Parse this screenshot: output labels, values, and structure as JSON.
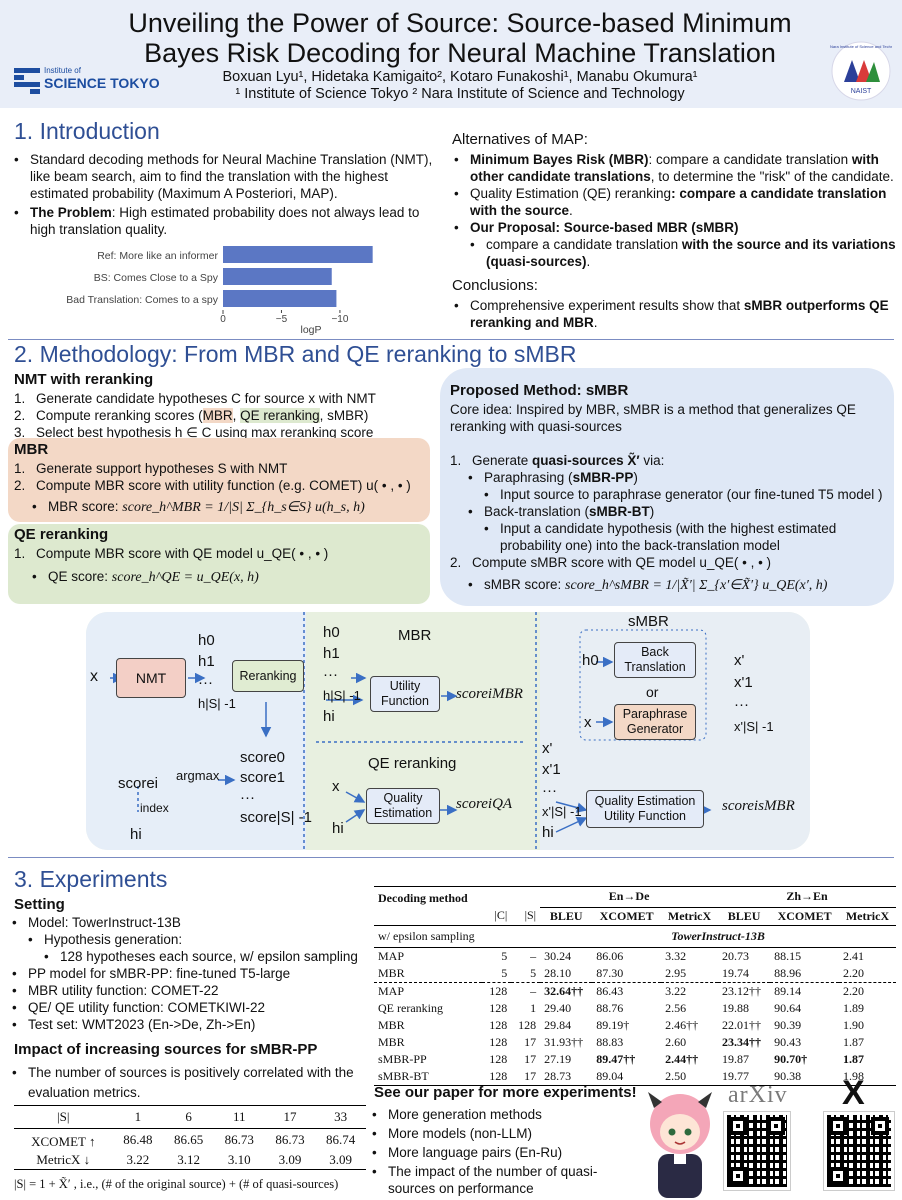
{
  "header": {
    "title_line1": "Unveiling the Power of Source: Source-based Minimum",
    "title_line2": "Bayes Risk Decoding for Neural Machine Translation",
    "authors": "Boxuan Lyu¹, Hidetaka Kamigaito², Kotaro Funakoshi¹, Manabu Okumura¹",
    "affiliations": "¹ Institute of Science Tokyo ² Nara Institute of Science and Technology",
    "logo_left_small": "Institute of",
    "logo_left_big": "SCIENCE TOKYO",
    "logo_right_ring": "Nara Institute of Science and Technology",
    "logo_right_bottom": "NAIST"
  },
  "intro": {
    "title": "1. Introduction",
    "b1": "Standard decoding methods for Neural Machine Translation (NMT), like beam search, aim to find the translation with the highest estimated probability (Maximum A Posteriori, MAP).",
    "b2_bold": "The Problem",
    "b2_rest": ": High estimated probability does not always lead to high translation quality.",
    "alt_heading": "Alternatives of MAP:",
    "a1_pre": "Minimum Bayes Risk (MBR)",
    "a1_mid": ": compare a candidate translation ",
    "a1_bold": "with other candidate translations",
    "a1_post": ", to determine the \"risk\" of the candidate.",
    "a2_pre": "Quality Estimation (QE) reranking",
    "a2_mid": ": compare a candidate translation ",
    "a2_bold": "with the source",
    "a2_post": ".",
    "a3": "Our Proposal: Source-based MBR (sMBR)",
    "a3_sub_pre": "compare a candidate translation ",
    "a3_sub_bold": "with the source and its variations (quasi-sources)",
    "a3_sub_post": ".",
    "concl_heading": "Conclusions:",
    "c1_pre": "Comprehensive experiment results show that ",
    "c1_bold": "sMBR outperforms QE reranking and MBR",
    "c1_post": "."
  },
  "chart_data": {
    "type": "bar",
    "orientation": "horizontal",
    "categories": [
      "Ref: More like an informer",
      "BS: Comes Close to a Spy",
      "Bad Translation: Comes to a spy"
    ],
    "values": [
      -12.8,
      -9.3,
      -9.7
    ],
    "xlabel": "logP",
    "xlim": [
      0,
      -13
    ],
    "xticks": [
      0,
      -5,
      -10
    ],
    "xtick_labels": [
      "0",
      "−5",
      "−10"
    ],
    "bar_color": "#5b77c4",
    "grid": false
  },
  "method": {
    "title": "2. Methodology: From MBR and QE reranking to sMBR",
    "nmt_title": "NMT with reranking",
    "nmt1": "Generate candidate hypotheses C for source x with NMT",
    "nmt2_pre": "Compute reranking scores (",
    "nmt2_mbr": "MBR",
    "nmt2_sep": ", ",
    "nmt2_qe": "QE reranking",
    "nmt2_post": ", sMBR)",
    "nmt3": "Select best hypothesis h ∈ C using max reranking score",
    "mbr_title": "MBR",
    "mbr1": "Generate support hypotheses S with NMT",
    "mbr2": "Compute MBR score with utility function (e.g. COMET) u( • , • )",
    "mbr3_label": "MBR score:",
    "mbr3_formula": "score_h^MBR = 1/|S| Σ_{h_s∈S} u(h_s, h)",
    "qe_title": "QE reranking",
    "qe1": "Compute MBR score with QE model u_QE( • , • )",
    "qe2_label": "QE score:",
    "qe2_formula": "score_h^QE = u_QE(x, h)",
    "smbr_title": "Proposed Method: sMBR",
    "smbr_core": "Core idea: Inspired by MBR, sMBR is a method that generalizes QE reranking with quasi-sources",
    "s1_pre": "Generate ",
    "s1_bold": "quasi-sources X̃′",
    "s1_post": " via:",
    "s1a_pre": "Paraphrasing (",
    "s1a_bold": "sMBR-PP",
    "s1a_post": ")",
    "s1a_sub": "Input source to paraphrase generator (our fine-tuned T5 model )",
    "s1b_pre": "Back-translation (",
    "s1b_bold": "sMBR-BT",
    "s1b_post": ")",
    "s1b_sub": "Input a candidate hypothesis (with the highest estimated probability one) into the back-translation model",
    "s2": "Compute sMBR score with QE model u_QE( • , • )",
    "s3_label": "sMBR score:",
    "s3_formula": "score_h^sMBR = 1/|X̃′| Σ_{x′∈X̃′} u_QE(x′, h)"
  },
  "diagram": {
    "x": "x",
    "nmt": "NMT",
    "reranking": "Reranking",
    "h0": "h0",
    "h1": "h1",
    "dots": "···",
    "hS": "h|S| -1",
    "hi": "hi",
    "score0": "score0",
    "score1": "score1",
    "scoreS": "score|S| -1",
    "argmax": "argmax",
    "score_i": "scorei",
    "index": "index",
    "mbr_label": "MBR",
    "utility": "Utility Function",
    "score_mbr": "scoreiMBR",
    "qe_label": "QE reranking",
    "quality": "Quality Estimation",
    "score_qa": "scoreiQA",
    "smbr_label": "sMBR",
    "back": "Back Translation",
    "or": "or",
    "para": "Paraphrase Generator",
    "xq": "x'",
    "x1q": "x'1",
    "xSq": "x'|S| -1",
    "qeuf": "Quality Estimation Utility Function",
    "score_smbr": "scoreisMBR"
  },
  "exp": {
    "title": "3. Experiments",
    "setting": "Setting",
    "e1": "Model: TowerInstruct-13B",
    "e1a": "Hypothesis generation:",
    "e1b": "128 hypotheses each source, w/ epsilon sampling",
    "e2": "PP model for sMBR-PP: fine-tuned T5-large",
    "e3": "MBR utility function: COMET-22",
    "e4": "QE/ QE utility function: COMETKIWI-22",
    "e5": "Test set: WMT2023 (En->De, Zh->En)",
    "impact_title": "Impact of increasing sources for sMBR-PP",
    "impact_b": "The number of sources is positively correlated with the evaluation metrics.",
    "impact_table": {
      "header": [
        "|S|",
        "1",
        "6",
        "11",
        "17",
        "33"
      ],
      "rows": [
        [
          "XCOMET ↑",
          "86.48",
          "86.65",
          "86.73",
          "86.73",
          "86.74"
        ],
        [
          "MetricX ↓",
          "3.22",
          "3.12",
          "3.10",
          "3.09",
          "3.09"
        ]
      ],
      "footnote": "|S| = 1 + X̃′ , i.e., (# of the original source) + (# of quasi-sources)"
    },
    "main_table": {
      "h1": [
        "Decoding method",
        "",
        "",
        "En→De",
        "Zh→En"
      ],
      "h2": [
        "",
        "|C|",
        "|S|",
        "BLEU",
        "XCOMET",
        "MetricX",
        "BLEU",
        "XCOMET",
        "MetricX"
      ],
      "group_label": "w/ epsilon sampling",
      "group_model": "TowerInstruct-13B",
      "rows": [
        [
          "MAP",
          "5",
          "–",
          "30.24",
          "86.06",
          "3.32",
          "20.73",
          "88.15",
          "2.41"
        ],
        [
          "MBR",
          "5",
          "5",
          "28.10",
          "87.30",
          "2.95",
          "19.74",
          "88.96",
          "2.20"
        ],
        [
          "MAP",
          "128",
          "–",
          "32.64††",
          "86.43",
          "3.22",
          "23.12††",
          "89.14",
          "2.20"
        ],
        [
          "QE reranking",
          "128",
          "1",
          "29.40",
          "88.76",
          "2.56",
          "19.88",
          "90.64",
          "1.89"
        ],
        [
          "MBR",
          "128",
          "128",
          "29.84",
          "89.19†",
          "2.46††",
          "22.01††",
          "90.39",
          "1.90"
        ],
        [
          "MBR",
          "128",
          "17",
          "31.93††",
          "88.83",
          "2.60",
          "23.34††",
          "90.43",
          "1.87"
        ],
        [
          "sMBR-PP",
          "128",
          "17",
          "27.19",
          "89.47††",
          "2.44††",
          "19.87",
          "90.70†",
          "1.87"
        ],
        [
          "sMBR-BT",
          "128",
          "17",
          "28.73",
          "89.04",
          "2.50",
          "19.77",
          "90.38",
          "1.98"
        ]
      ]
    },
    "more_title": "See our paper for more experiments!",
    "m1": "More generation methods",
    "m2": "More models (non-LLM)",
    "m3": "More language pairs (En-Ru)",
    "m4": "The impact of the number of quasi-sources on performance",
    "arxiv": "arXiv",
    "x_logo": "X"
  },
  "colors": {
    "title_blue": "#2f4f94",
    "mbr_bg": "#f3d8c6",
    "qe_bg": "#dde9cf",
    "smbr_bg": "#dfe8f6",
    "header_bg": "#e9eef8"
  }
}
